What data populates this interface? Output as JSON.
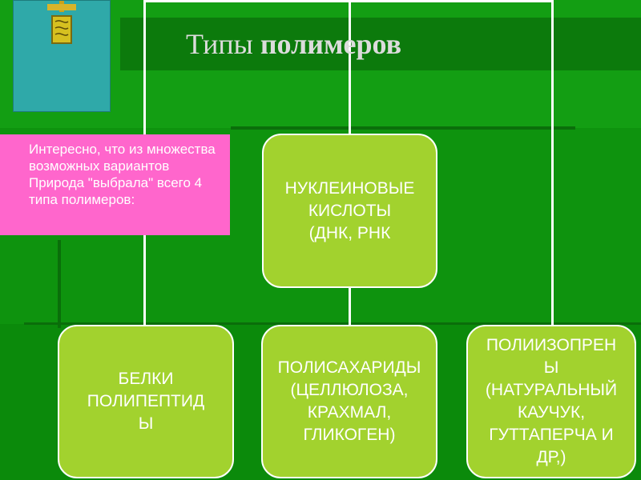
{
  "title": {
    "regular": "Типы",
    "bold": "полимеров"
  },
  "note": {
    "text": "Интересно, что из множества возможных вариантов Природа \"выбрала\" всего 4 типа полимеров:"
  },
  "boxes": {
    "nucleic": {
      "lines": [
        "НУКЛЕИНОВЫЕ",
        "КИСЛОТЫ",
        "(ДНК, РНК"
      ]
    },
    "proteins": {
      "lines": [
        "БЕЛКИ",
        "ПОЛИПЕПТИД",
        "Ы"
      ]
    },
    "polysaccharides": {
      "lines": [
        "ПОЛИСАХАРИДЫ",
        "(ЦЕЛЛЮЛОЗА,",
        "КРАХМАЛ,",
        "ГЛИКОГЕН)"
      ]
    },
    "polyisoprenes": {
      "lines": [
        "ПОЛИИЗОПРЕН",
        "Ы",
        "(НАТУРАЛЬНЫЙ",
        "КАУЧУК,",
        "ГУТТАПЕРЧА И",
        "ДР,)"
      ]
    }
  },
  "colors": {
    "background": "#0f9a0f",
    "box_fill": "#a2d22e",
    "note_fill": "#ff66cc",
    "connector": "#ffffff"
  },
  "icons": {
    "decoration": "dna-emblem-icon"
  }
}
